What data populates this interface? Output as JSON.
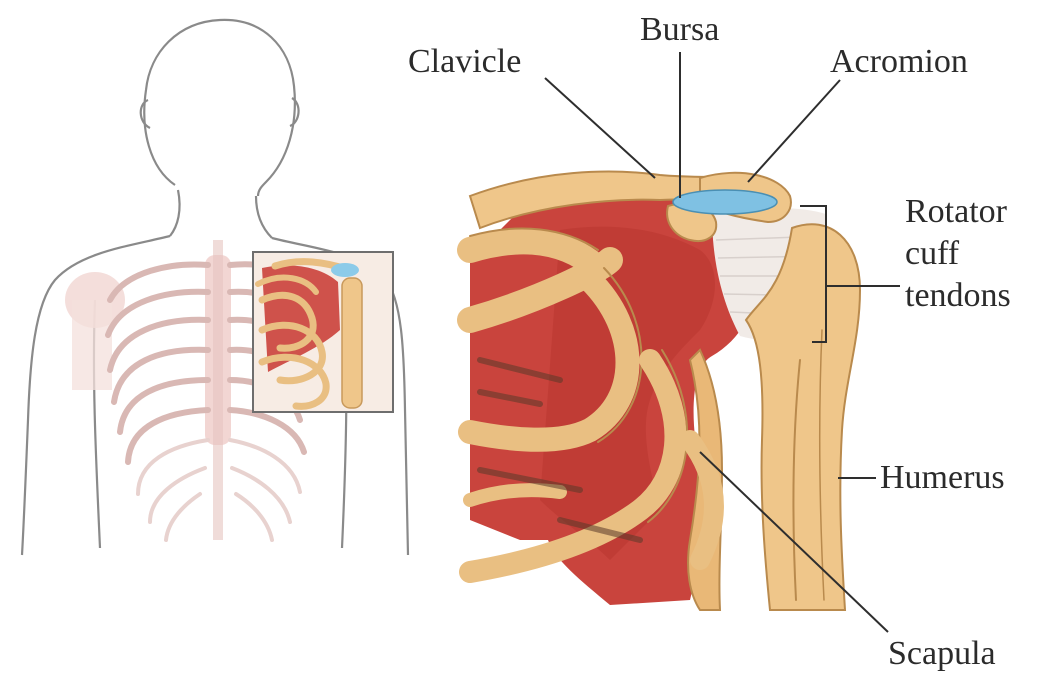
{
  "labels": {
    "clavicle": "Clavicle",
    "bursa": "Bursa",
    "acromion": "Acromion",
    "rotator_line1": "Rotator",
    "rotator_line2": "cuff",
    "rotator_line3": "tendons",
    "humerus": "Humerus",
    "scapula": "Scapula"
  },
  "colors": {
    "bone": "#efc68a",
    "muscle": "#c9443d",
    "bursa": "#7fc1e3",
    "tendon": "#f2ece8",
    "outline": "#8a8a8a"
  }
}
